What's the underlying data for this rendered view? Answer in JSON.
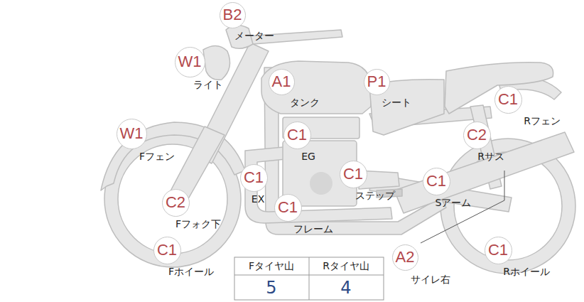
{
  "diagram": {
    "nodes": [
      {
        "text": [
          "B2",
          "メーター"
        ]
      },
      {
        "text": [
          "W1",
          "ライト"
        ]
      },
      {
        "text": [
          "A1",
          "タンク"
        ]
      },
      {
        "text": [
          "P1",
          "シート"
        ]
      },
      {
        "text": [
          "C1",
          "Rフェン"
        ]
      },
      {
        "text": [
          "W1",
          "Fフェン"
        ]
      },
      {
        "text": [
          "C1",
          "EG"
        ]
      },
      {
        "text": [
          "C2",
          "Rサス"
        ]
      },
      {
        "text": [
          "C1",
          "EX"
        ]
      },
      {
        "text": [
          "C1",
          "ステップ"
        ]
      },
      {
        "text": [
          "C1",
          "Sアーム"
        ]
      },
      {
        "text": [
          "C2",
          "Fフォク下"
        ]
      },
      {
        "text": [
          "C1",
          "フレーム"
        ]
      },
      {
        "text": [
          "C1",
          "Fホイール"
        ]
      },
      {
        "text": [
          "A2",
          "サイレ右"
        ]
      },
      {
        "text": [
          "C1",
          "Rホイール"
        ]
      }
    ],
    "labels": [
      "Fタイヤ山",
      "Rタイヤ山",
      "5",
      "4"
    ]
  }
}
